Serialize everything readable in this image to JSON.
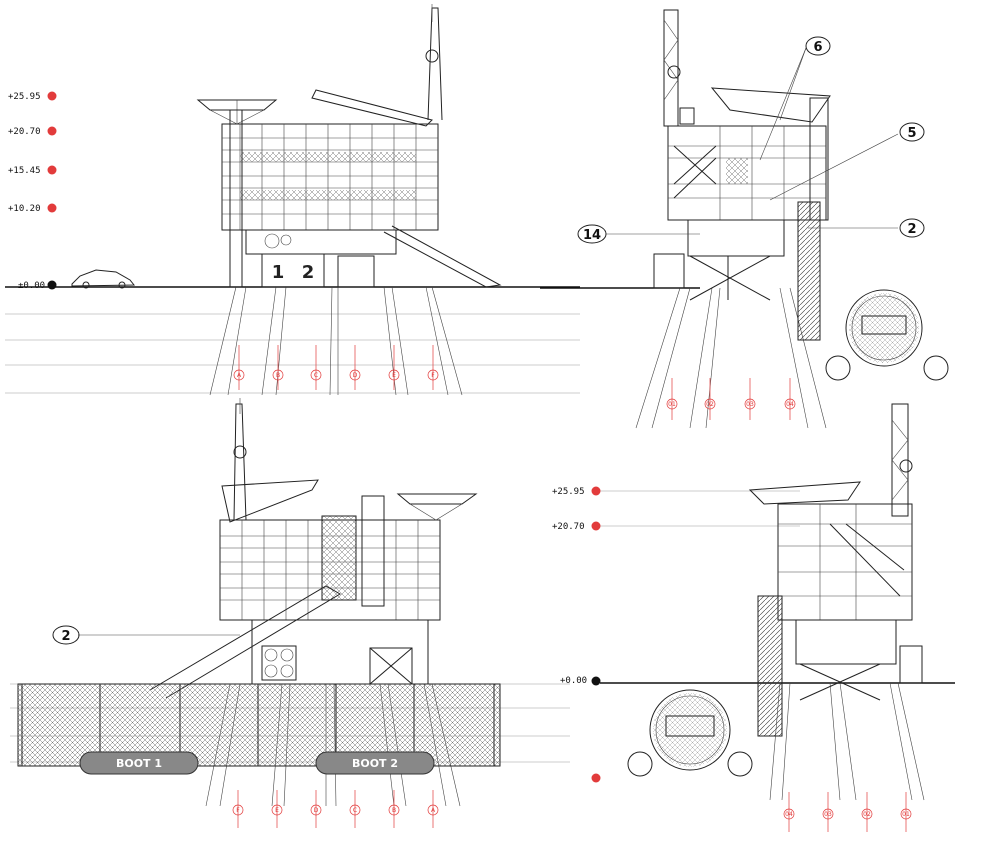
{
  "levels": {
    "l1": "+25.95",
    "l2": "+20.70",
    "l3": "+15.45",
    "l4": "+10.20",
    "l5": "±0.00",
    "r1": "+25.95",
    "r2": "+20.70",
    "r3": "+0.00"
  },
  "callouts": {
    "c6": "6",
    "c5": "5",
    "c2a": "2",
    "c14": "14",
    "c2b": "2"
  },
  "doors": {
    "d1": "1",
    "d2": "2"
  },
  "boats": {
    "b1": "BOOT 1",
    "b2": "BOOT 2"
  },
  "grid": {
    "top_left": [
      "A",
      "B",
      "C",
      "D",
      "E",
      "F"
    ],
    "top_right": [
      "01",
      "02",
      "03",
      "04"
    ],
    "bottom_left": [
      "F",
      "E",
      "D",
      "C",
      "B",
      "A"
    ],
    "bottom_right": [
      "04",
      "03",
      "02",
      "01"
    ]
  },
  "colors": {
    "grid_marker": "#e23b3b",
    "line": "#222222"
  }
}
